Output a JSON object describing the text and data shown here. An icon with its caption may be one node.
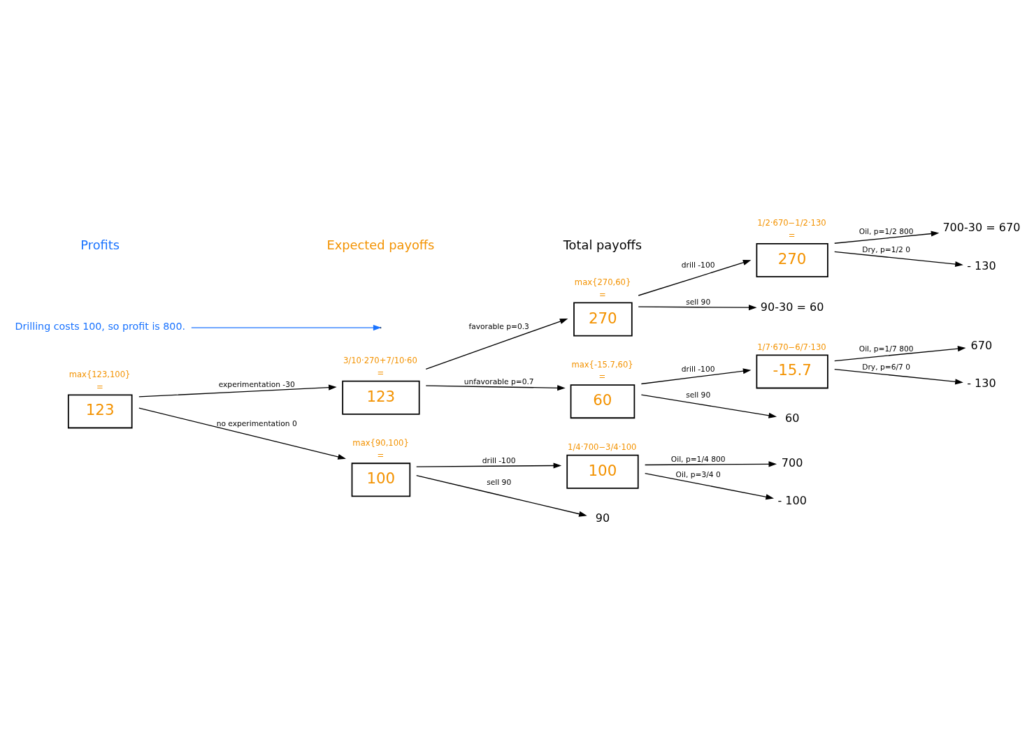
{
  "diagram": {
    "nodes": [
      {
        "text": [
          "123"
        ],
        "beside": [
          "max{123,100}",
          "="
        ]
      },
      {
        "text": [
          "123"
        ],
        "beside": [
          "3/10·270+7/10·60",
          "="
        ]
      },
      {
        "text": [
          "270"
        ],
        "beside": [
          "max{270,60}",
          "="
        ]
      },
      {
        "text": [
          "270"
        ],
        "beside": [
          "1/2·670−1/2·130",
          "="
        ]
      },
      {
        "text": [
          "700-30 = 670"
        ]
      },
      {
        "text": [
          "- 130"
        ]
      },
      {
        "text": [
          "90-30 = 60"
        ]
      },
      {
        "text": [
          "60"
        ],
        "beside": [
          "max{-15.7,60}",
          "="
        ]
      },
      {
        "text": [
          "-15.7"
        ],
        "beside": [
          "1/7·670−6/7·130"
        ]
      },
      {
        "text": [
          "670"
        ]
      },
      {
        "text": [
          "- 130"
        ]
      },
      {
        "text": [
          "60"
        ]
      },
      {
        "text": [
          "100"
        ],
        "beside": [
          "max{90,100}",
          "="
        ]
      },
      {
        "text": [
          "100"
        ],
        "beside": [
          "1/4·700−3/4·100"
        ]
      },
      {
        "text": [
          "700"
        ]
      },
      {
        "text": [
          "- 100"
        ]
      },
      {
        "text": [
          "90"
        ]
      },
      {
        "text": [
          "Drilling costs 100, so profit is 800."
        ]
      }
    ],
    "edges": [
      {
        "from": 0,
        "to": 1,
        "arrow": "to",
        "label": "experimentation -30"
      },
      {
        "from": 0,
        "to": 12,
        "arrow": "to",
        "label": "no experimentation 0"
      },
      {
        "from": 1,
        "to": 2,
        "arrow": "to",
        "label": "favorable p=0.3"
      },
      {
        "from": 1,
        "to": 7,
        "arrow": "to",
        "label": "unfavorable p=0.7"
      },
      {
        "from": 2,
        "to": 3,
        "arrow": "to",
        "label": "drill -100"
      },
      {
        "from": 2,
        "to": 6,
        "arrow": "to",
        "label": "sell 90"
      },
      {
        "from": 3,
        "to": 4,
        "arrow": "to",
        "label": "Oil, p=1/2 800"
      },
      {
        "from": 3,
        "to": 5,
        "arrow": "to",
        "label": "Dry, p=1/2 0"
      },
      {
        "from": 7,
        "to": 8,
        "arrow": "to",
        "label": "drill -100"
      },
      {
        "from": 7,
        "to": 11,
        "arrow": "to",
        "label": "sell 90"
      },
      {
        "from": 8,
        "to": 9,
        "arrow": "to",
        "label": "Oil, p=1/7 800"
      },
      {
        "from": 8,
        "to": 10,
        "arrow": "to",
        "label": "Dry, p=6/7 0"
      },
      {
        "from": 12,
        "to": 13,
        "arrow": "to",
        "label": "drill -100"
      },
      {
        "from": 12,
        "to": 16,
        "arrow": "to",
        "label": "sell 90"
      },
      {
        "from": 13,
        "to": 14,
        "arrow": "to",
        "label": "Oil, p=1/4 800"
      },
      {
        "from": 13,
        "to": 15,
        "arrow": "to",
        "label": "Oil, p=3/4 0"
      },
      {
        "from": 17,
        "to": null,
        "arrow": "to",
        "color": "#1a73ff"
      }
    ],
    "labels": [
      "Profits",
      "Expected payoffs",
      "Total payoffs"
    ]
  }
}
